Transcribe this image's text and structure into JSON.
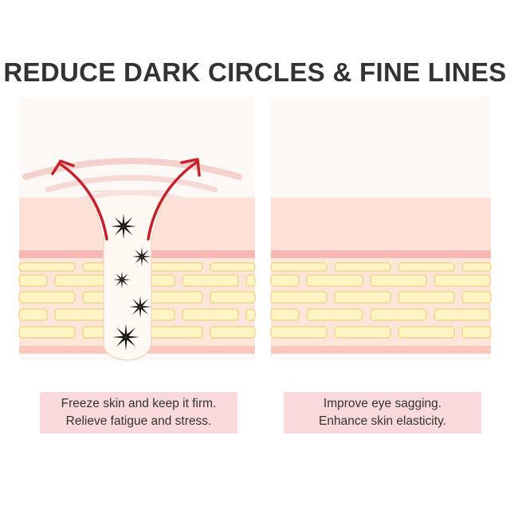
{
  "title": "REDUCE DARK CIRCLES & FINE LINES",
  "panels": [
    {
      "caption_lines": [
        "Freeze skin and keep it firm.",
        "Relieve fatigue and stress."
      ]
    },
    {
      "caption_lines": [
        "Improve eye sagging.",
        "Enhance skin elasticity."
      ]
    }
  ],
  "colors": {
    "epidermis": "#fde0d6",
    "dermis_band": "#f7b8b4",
    "cell_fill": "#fff5c4",
    "cell_stroke": "#f4cf7b",
    "arrow": "#c8202a",
    "sparkle": "#111111",
    "caption_bg": "#f9d9dc"
  },
  "icons": [
    "red-arrow-icon",
    "black-sparkle-icon"
  ]
}
